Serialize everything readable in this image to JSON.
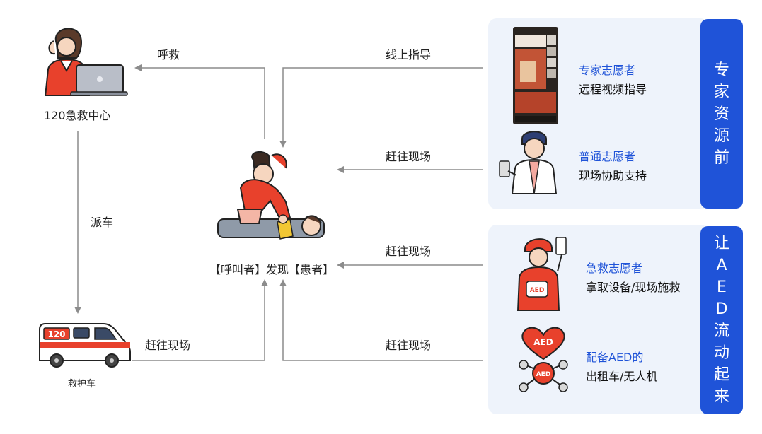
{
  "center": {
    "name": "120急救中心",
    "call_label": "呼救",
    "dispatch_label": "派车"
  },
  "ambulance": {
    "name": "救护车",
    "plate": "120",
    "to_scene_label": "赶往现场"
  },
  "scene": {
    "caption": "【呼叫者】发现【患者】"
  },
  "links": {
    "online_guidance": "线上指导",
    "rush_1": "赶往现场",
    "rush_2": "赶往现场",
    "rush_3": "赶往现场"
  },
  "groups": [
    {
      "tab_chars": [
        "专",
        "家",
        "资",
        "源",
        "前"
      ],
      "items": [
        {
          "title": "专家志愿者",
          "desc": "远程视频指导"
        },
        {
          "title": "普通志愿者",
          "desc": "现场协助支持"
        }
      ]
    },
    {
      "tab_chars": [
        "让",
        "A",
        "E",
        "D",
        "流",
        "动",
        "起",
        "来"
      ],
      "items": [
        {
          "title": "急救志愿者",
          "desc": "拿取设备/现场施救"
        },
        {
          "title": "配备AED的",
          "desc": "出租车/无人机"
        }
      ]
    }
  ],
  "aed_text": "AED",
  "colors": {
    "accent_blue": "#1f53d8",
    "panel_bg": "#eef3fb",
    "arrow_gray": "#8c8c8c",
    "red": "#e8412c"
  }
}
